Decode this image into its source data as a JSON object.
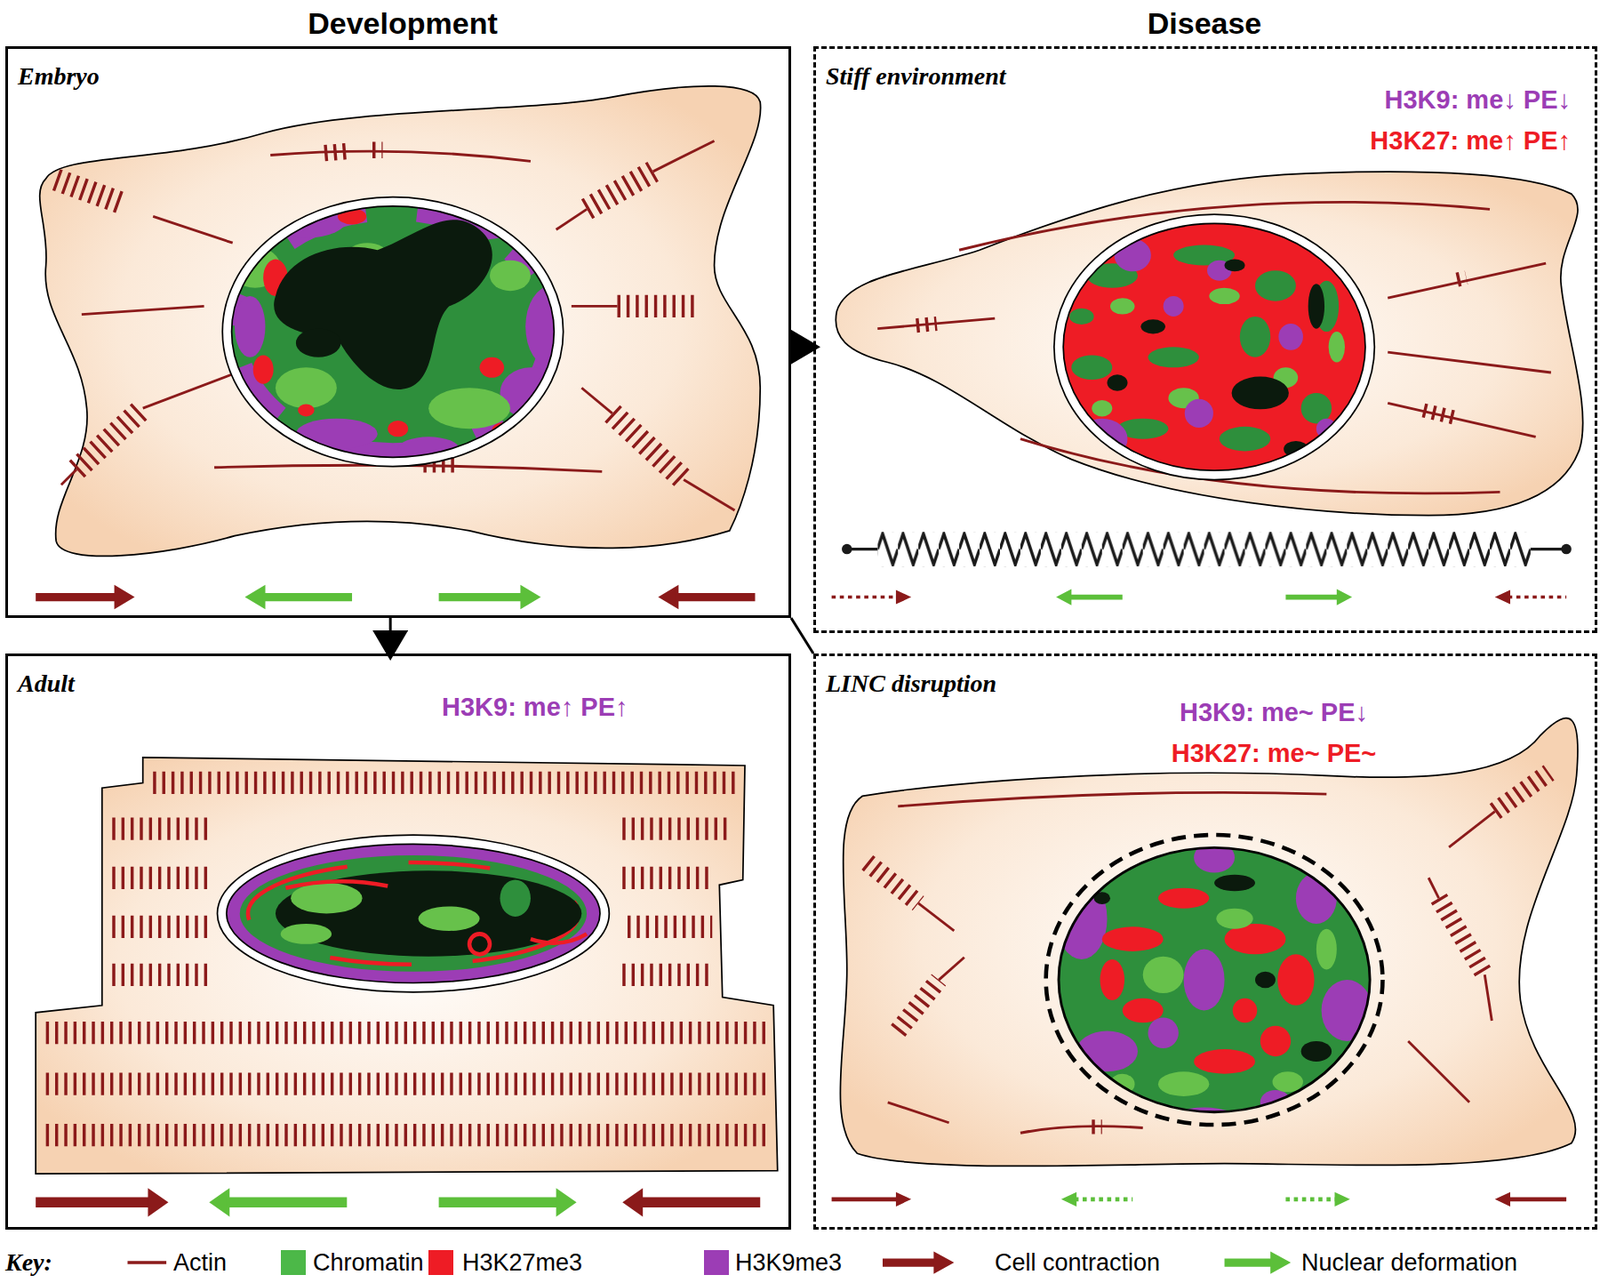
{
  "diagram": {
    "nodes": [
      {
        "text": [
          "Embryo"
        ]
      },
      {
        "text": [
          "Stiff environment",
          "H3K9: me↓ PE↓",
          "H3K27: me↑ PE↑"
        ]
      },
      {
        "text": [
          "Adult",
          "H3K9: me↑ PE↑"
        ]
      },
      {
        "text": [
          "LINC disruption",
          "H3K9: me~ PE↓",
          "H3K27: me~ PE~"
        ]
      }
    ],
    "edges": [
      {
        "from": 0,
        "to": 1,
        "arrow": "to"
      },
      {
        "from": 0,
        "to": 2,
        "arrow": "to"
      },
      {
        "from": 0,
        "to": 3,
        "arrow": "none"
      }
    ],
    "labels": [
      "Development",
      "Disease",
      "Key:"
    ],
    "legend": [
      {
        "text": "Actin"
      },
      {
        "text": "Chromatin",
        "color": "#4cb848"
      },
      {
        "text": "H3K27me3",
        "color": "#ee1c25"
      },
      {
        "text": "H3K9me3",
        "color": "#9c3db5"
      },
      {
        "text": "Cell contraction"
      },
      {
        "text": "Nuclear deformation"
      }
    ]
  }
}
